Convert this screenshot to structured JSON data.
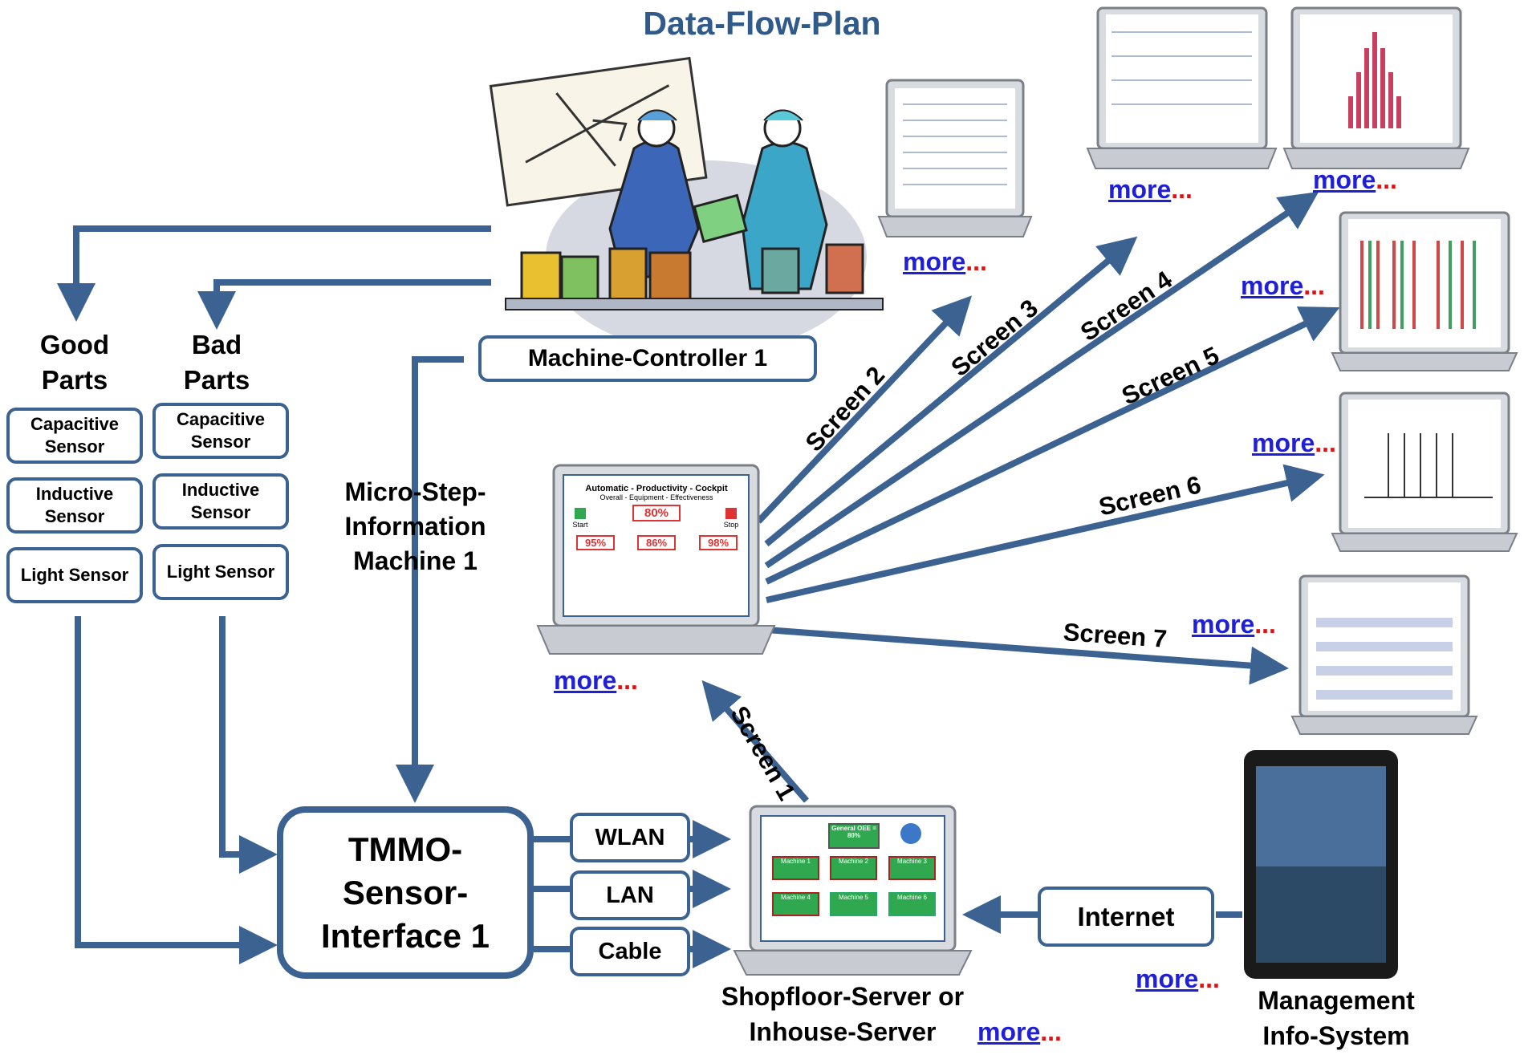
{
  "title": "Data-Flow-Plan",
  "machine_controller": "Machine-Controller 1",
  "good_parts": "Good Parts",
  "bad_parts": "Bad Parts",
  "good_sensors": [
    "Capacitive Sensor",
    "Inductive Sensor",
    "Light Sensor"
  ],
  "bad_sensors": [
    "Capacitive Sensor",
    "Inductive Sensor",
    "Light Sensor"
  ],
  "micro_step": "Micro-Step-Information Machine 1",
  "tmmo": "TMMO-Sensor-Interface 1",
  "connections": [
    "WLAN",
    "LAN",
    "Cable"
  ],
  "internet": "Internet",
  "server_label": "Shopfloor-Server or Inhouse-Server",
  "mis_label": "Management Info-System",
  "screens": [
    "Screen 1",
    "Screen 2",
    "Screen 3",
    "Screen 4",
    "Screen 5",
    "Screen 6",
    "Screen 7"
  ],
  "more_link": "more",
  "more_dots": "...",
  "cockpit": {
    "title": "Automatic - Productivity - Cockpit",
    "subtitle": "Overall - Equipment - Effectiveness",
    "oee": "80%",
    "availability": "95%",
    "performance": "86%",
    "quality": "98%",
    "start": "Start",
    "stop": "Stop"
  },
  "server_screen": {
    "general": "General OEE = 80%",
    "machines": [
      "Machine 1",
      "Machine 2",
      "Machine 3",
      "Machine 4",
      "Machine 5",
      "Machine 6"
    ]
  },
  "colors": {
    "arrow": "#3b6290",
    "title": "#2f5a8a",
    "link": "#1f1fd6",
    "dots": "#dd1111"
  }
}
